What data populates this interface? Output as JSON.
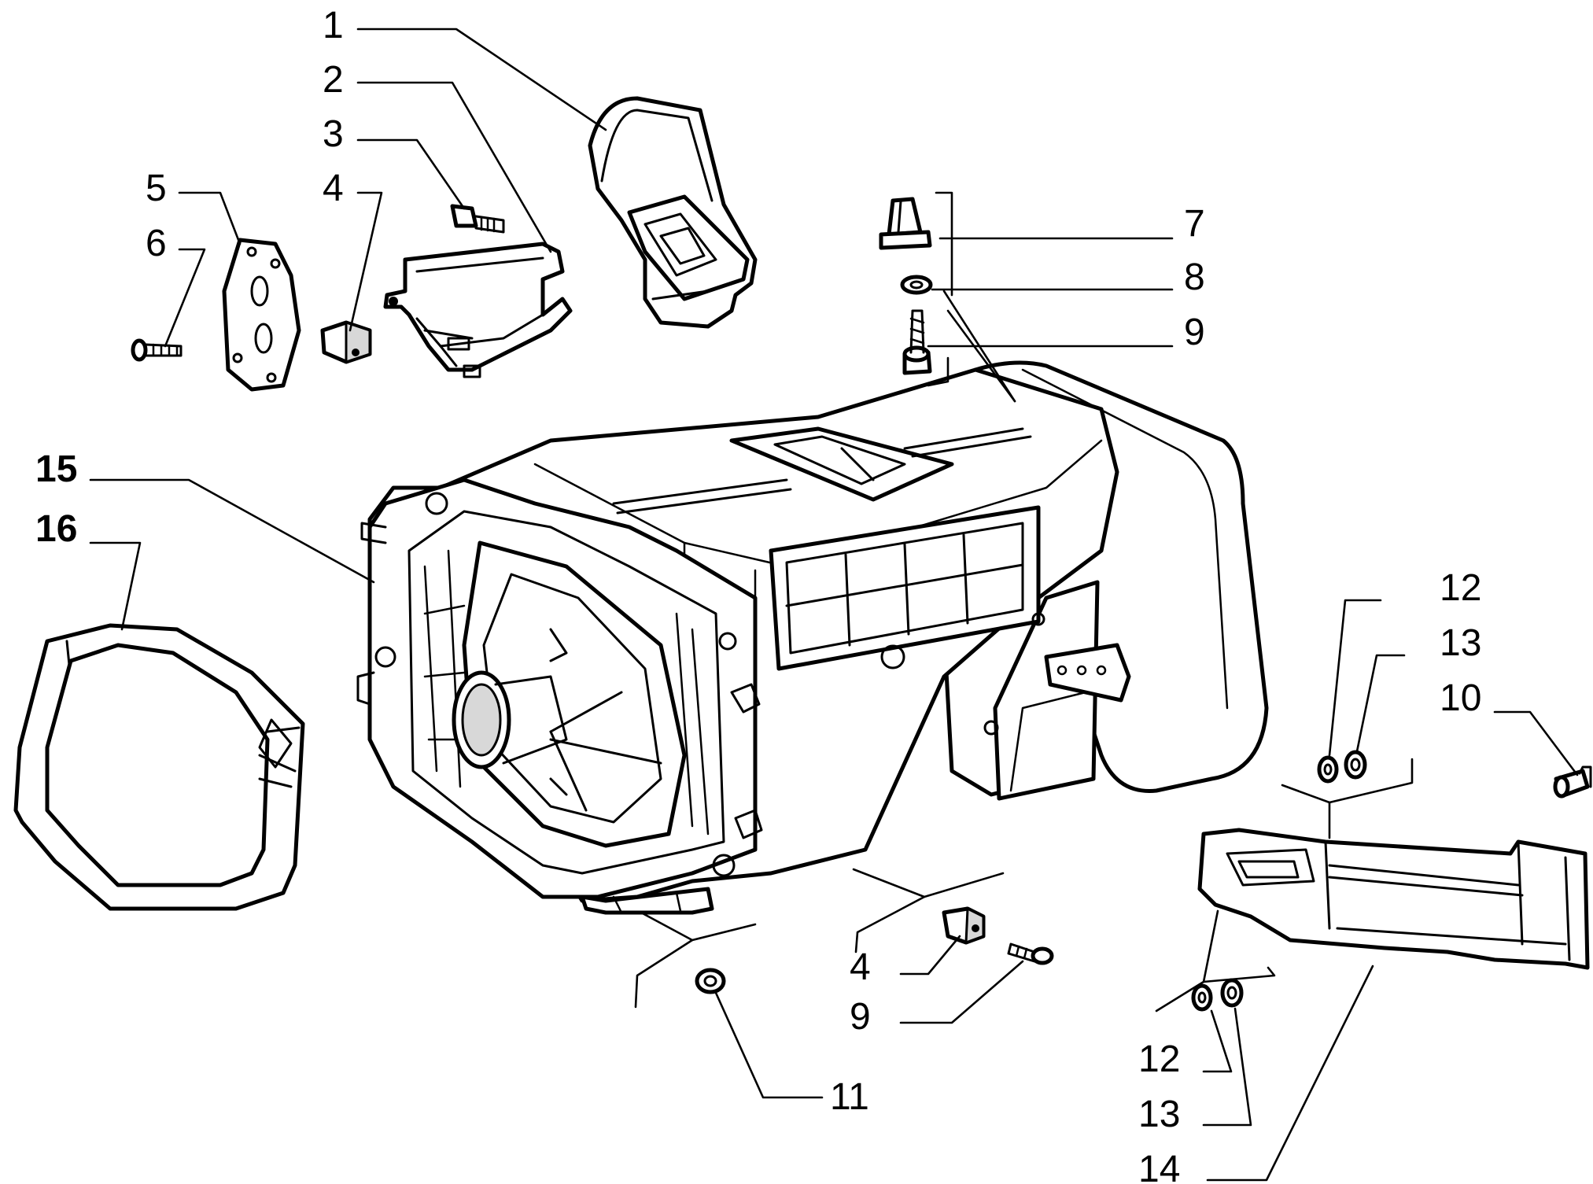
{
  "callouts": [
    {
      "id": "c1",
      "text": "1"
    },
    {
      "id": "c2",
      "text": "2"
    },
    {
      "id": "c3",
      "text": "3"
    },
    {
      "id": "c4a",
      "text": "4"
    },
    {
      "id": "c5",
      "text": "5"
    },
    {
      "id": "c6",
      "text": "6"
    },
    {
      "id": "c7",
      "text": "7"
    },
    {
      "id": "c8",
      "text": "8"
    },
    {
      "id": "c9a",
      "text": "9"
    },
    {
      "id": "c15",
      "text": "15"
    },
    {
      "id": "c16",
      "text": "16"
    },
    {
      "id": "c12a",
      "text": "12"
    },
    {
      "id": "c13a",
      "text": "13"
    },
    {
      "id": "c10",
      "text": "10"
    },
    {
      "id": "c4b",
      "text": "4"
    },
    {
      "id": "c9b",
      "text": "9"
    },
    {
      "id": "c11",
      "text": "11"
    },
    {
      "id": "c12b",
      "text": "12"
    },
    {
      "id": "c13b",
      "text": "13"
    },
    {
      "id": "c14",
      "text": "14"
    }
  ]
}
